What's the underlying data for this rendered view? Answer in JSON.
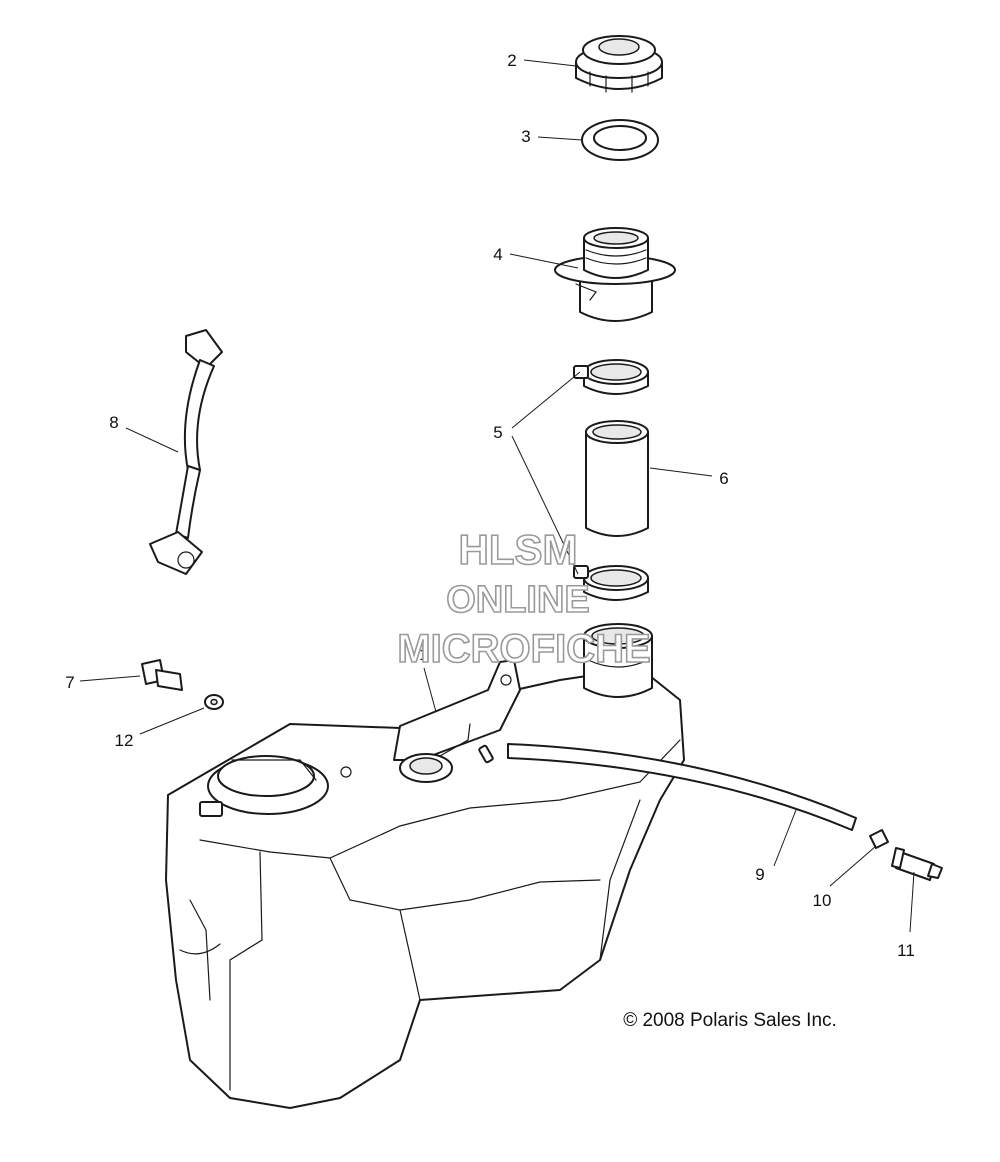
{
  "callouts": [
    {
      "id": "1",
      "text": "1"
    },
    {
      "id": "2",
      "text": "2"
    },
    {
      "id": "3",
      "text": "3"
    },
    {
      "id": "4",
      "text": "4"
    },
    {
      "id": "5",
      "text": "5"
    },
    {
      "id": "6",
      "text": "6"
    },
    {
      "id": "7",
      "text": "7"
    },
    {
      "id": "8",
      "text": "8"
    },
    {
      "id": "9",
      "text": "9"
    },
    {
      "id": "10",
      "text": "10"
    },
    {
      "id": "11",
      "text": "11"
    },
    {
      "id": "12",
      "text": "12"
    }
  ],
  "watermark": {
    "line1": "HLSM",
    "line2": "ONLINE",
    "line3": "MICROFICHE"
  },
  "copyright": "© 2008 Polaris Sales Inc.",
  "colors": {
    "line": "#1a1a1a",
    "watermark_stroke": "#9a9a9a",
    "background": "#ffffff"
  }
}
